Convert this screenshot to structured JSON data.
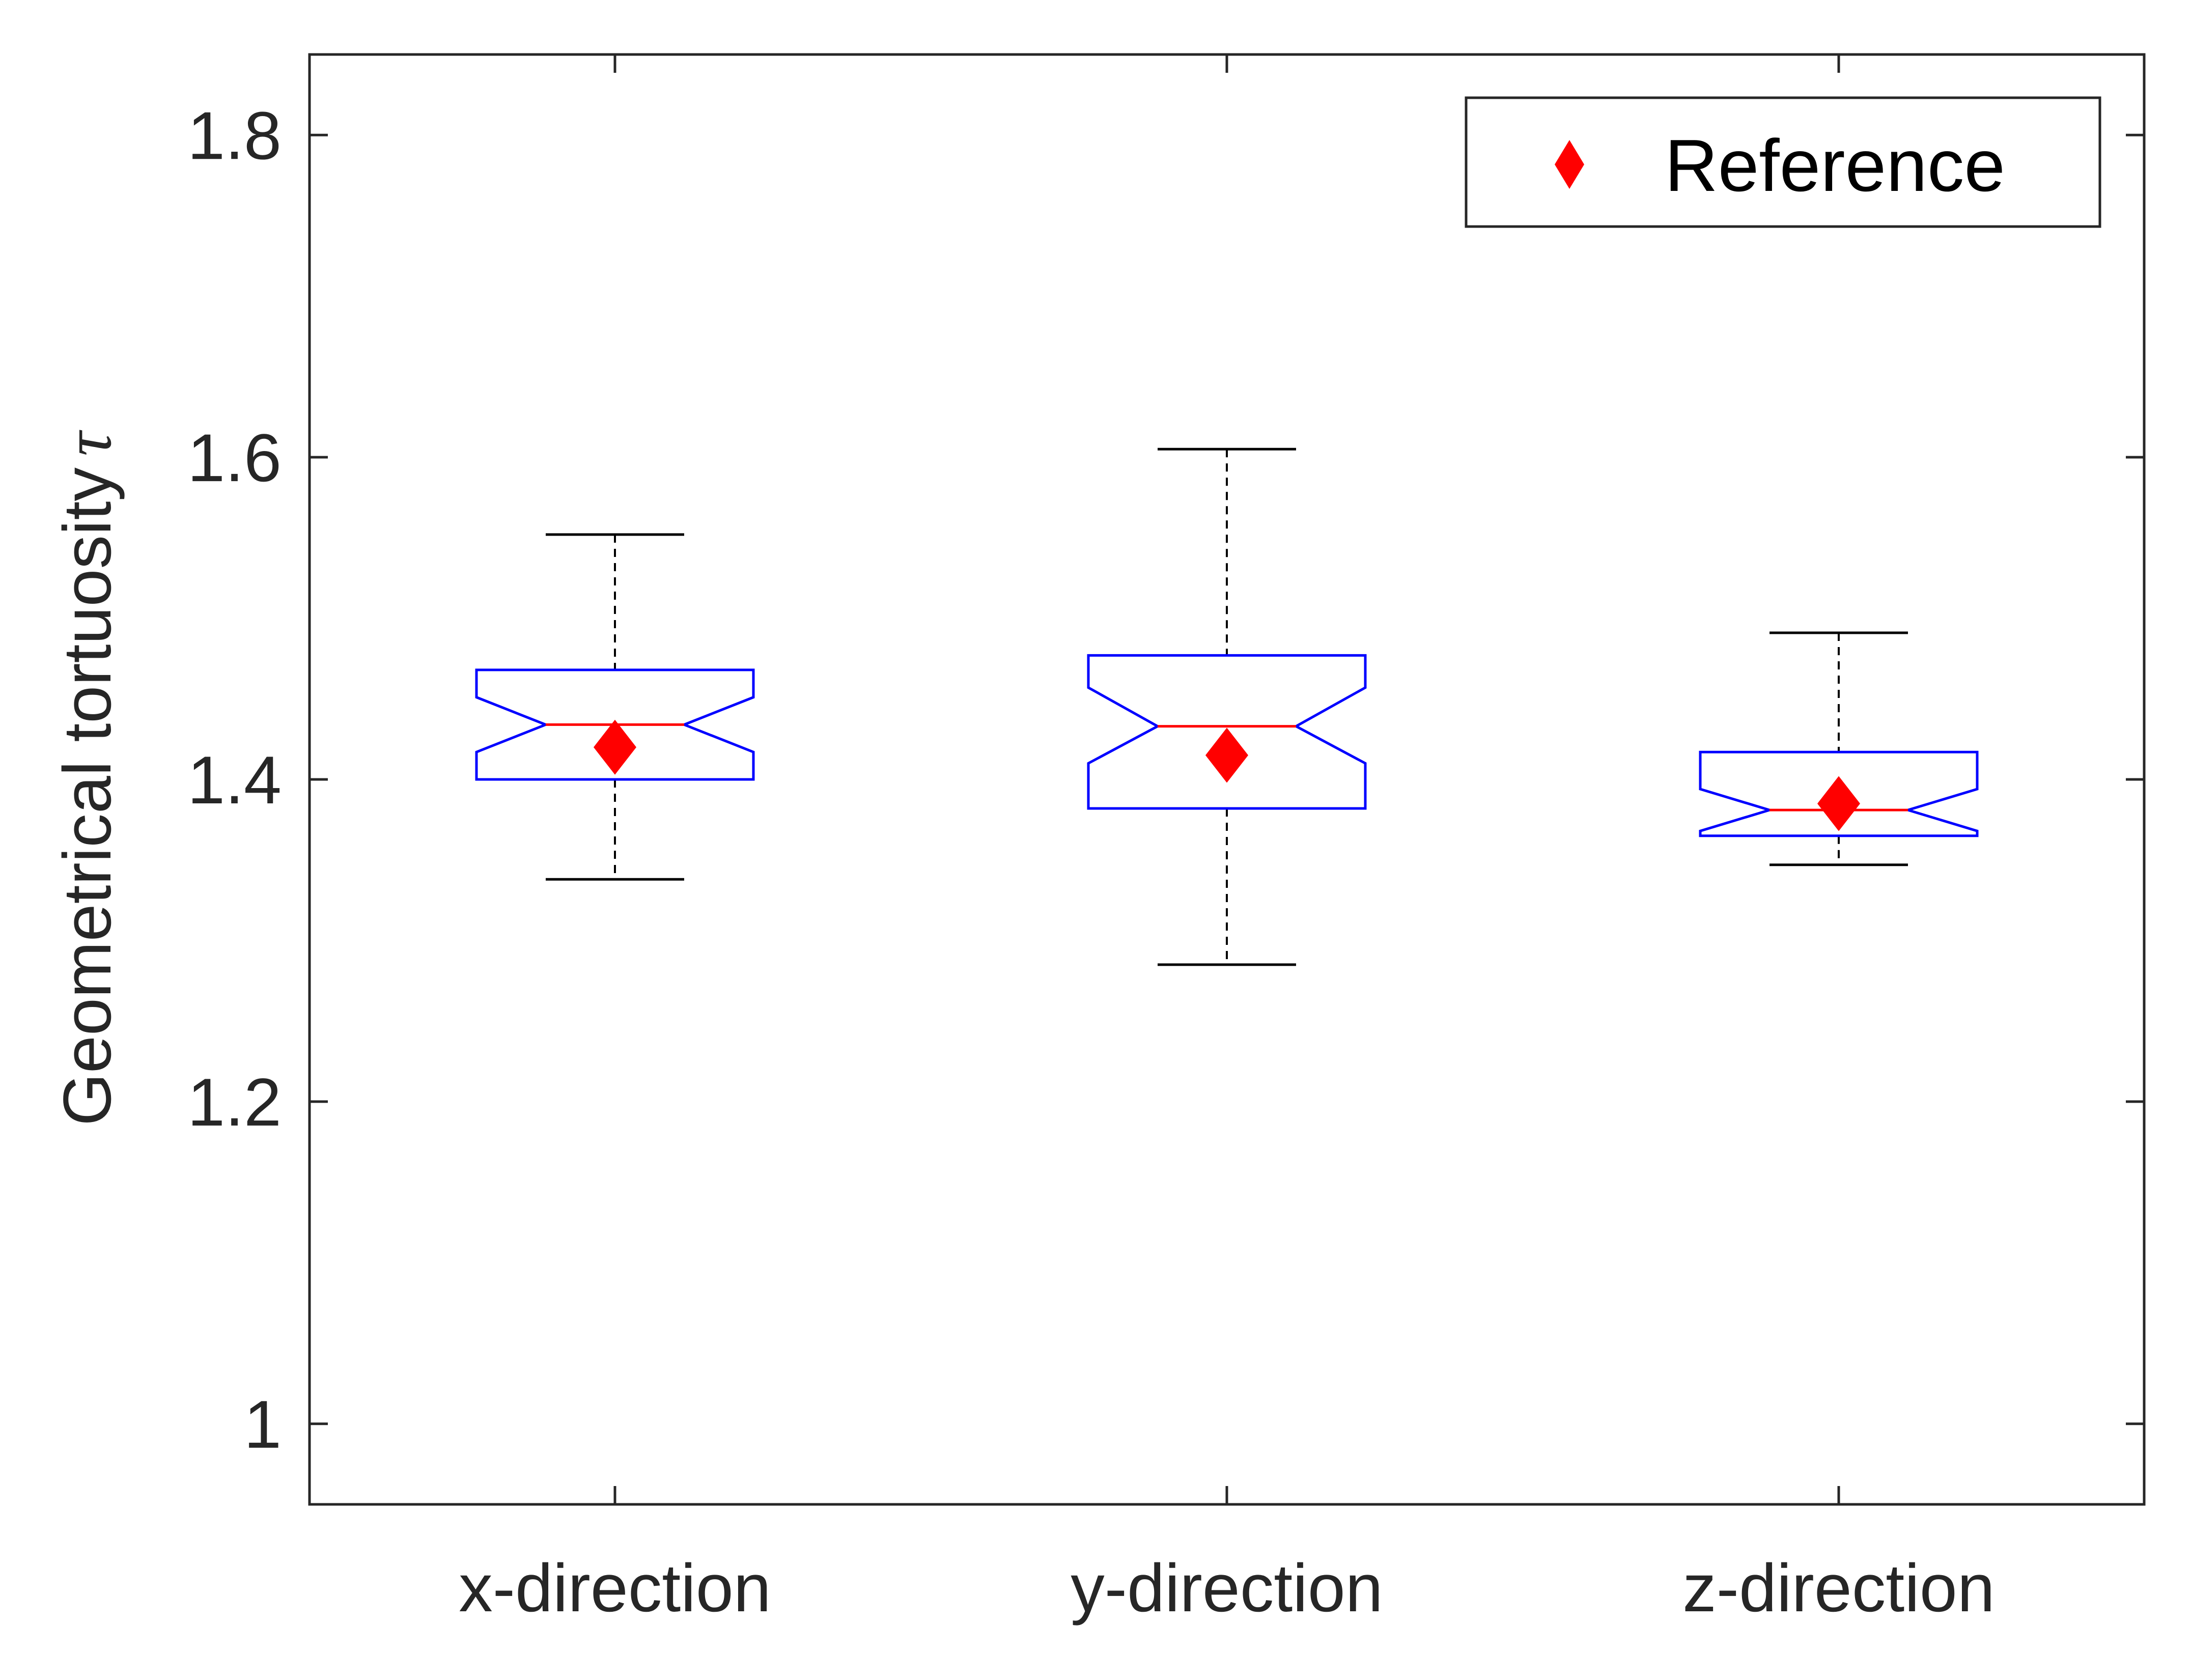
{
  "chart_data": {
    "type": "box",
    "ylabel": "Geometrical tortuosity",
    "ylabel_symbol": "τ",
    "categories": [
      "x-direction",
      "y-direction",
      "z-direction"
    ],
    "ylim": [
      0.95,
      1.85
    ],
    "yticks": [
      1,
      1.2,
      1.4,
      1.6,
      1.8
    ],
    "ytick_labels": [
      "1",
      "1.2",
      "1.4",
      "1.6",
      "1.8"
    ],
    "notched": true,
    "grid": false,
    "legend": {
      "entries": [
        "Reference"
      ],
      "placement": "top-right"
    },
    "boxes": [
      {
        "category": "x-direction",
        "whisker_low": 1.338,
        "q1": 1.4,
        "median": 1.434,
        "q3": 1.468,
        "whisker_high": 1.552,
        "notch_low": 1.417,
        "notch_high": 1.451,
        "reference": 1.42
      },
      {
        "category": "y-direction",
        "whisker_low": 1.285,
        "q1": 1.382,
        "median": 1.433,
        "q3": 1.477,
        "whisker_high": 1.605,
        "notch_low": 1.41,
        "notch_high": 1.457,
        "reference": 1.415
      },
      {
        "category": "z-direction",
        "whisker_low": 1.347,
        "q1": 1.365,
        "median": 1.381,
        "q3": 1.417,
        "whisker_high": 1.491,
        "notch_low": 1.368,
        "notch_high": 1.394,
        "reference": 1.385
      }
    ],
    "colors": {
      "box": "#0000ff",
      "median": "#ff0000",
      "reference": "#ff0000",
      "whisker": "#000000",
      "axes": "#262626"
    }
  }
}
